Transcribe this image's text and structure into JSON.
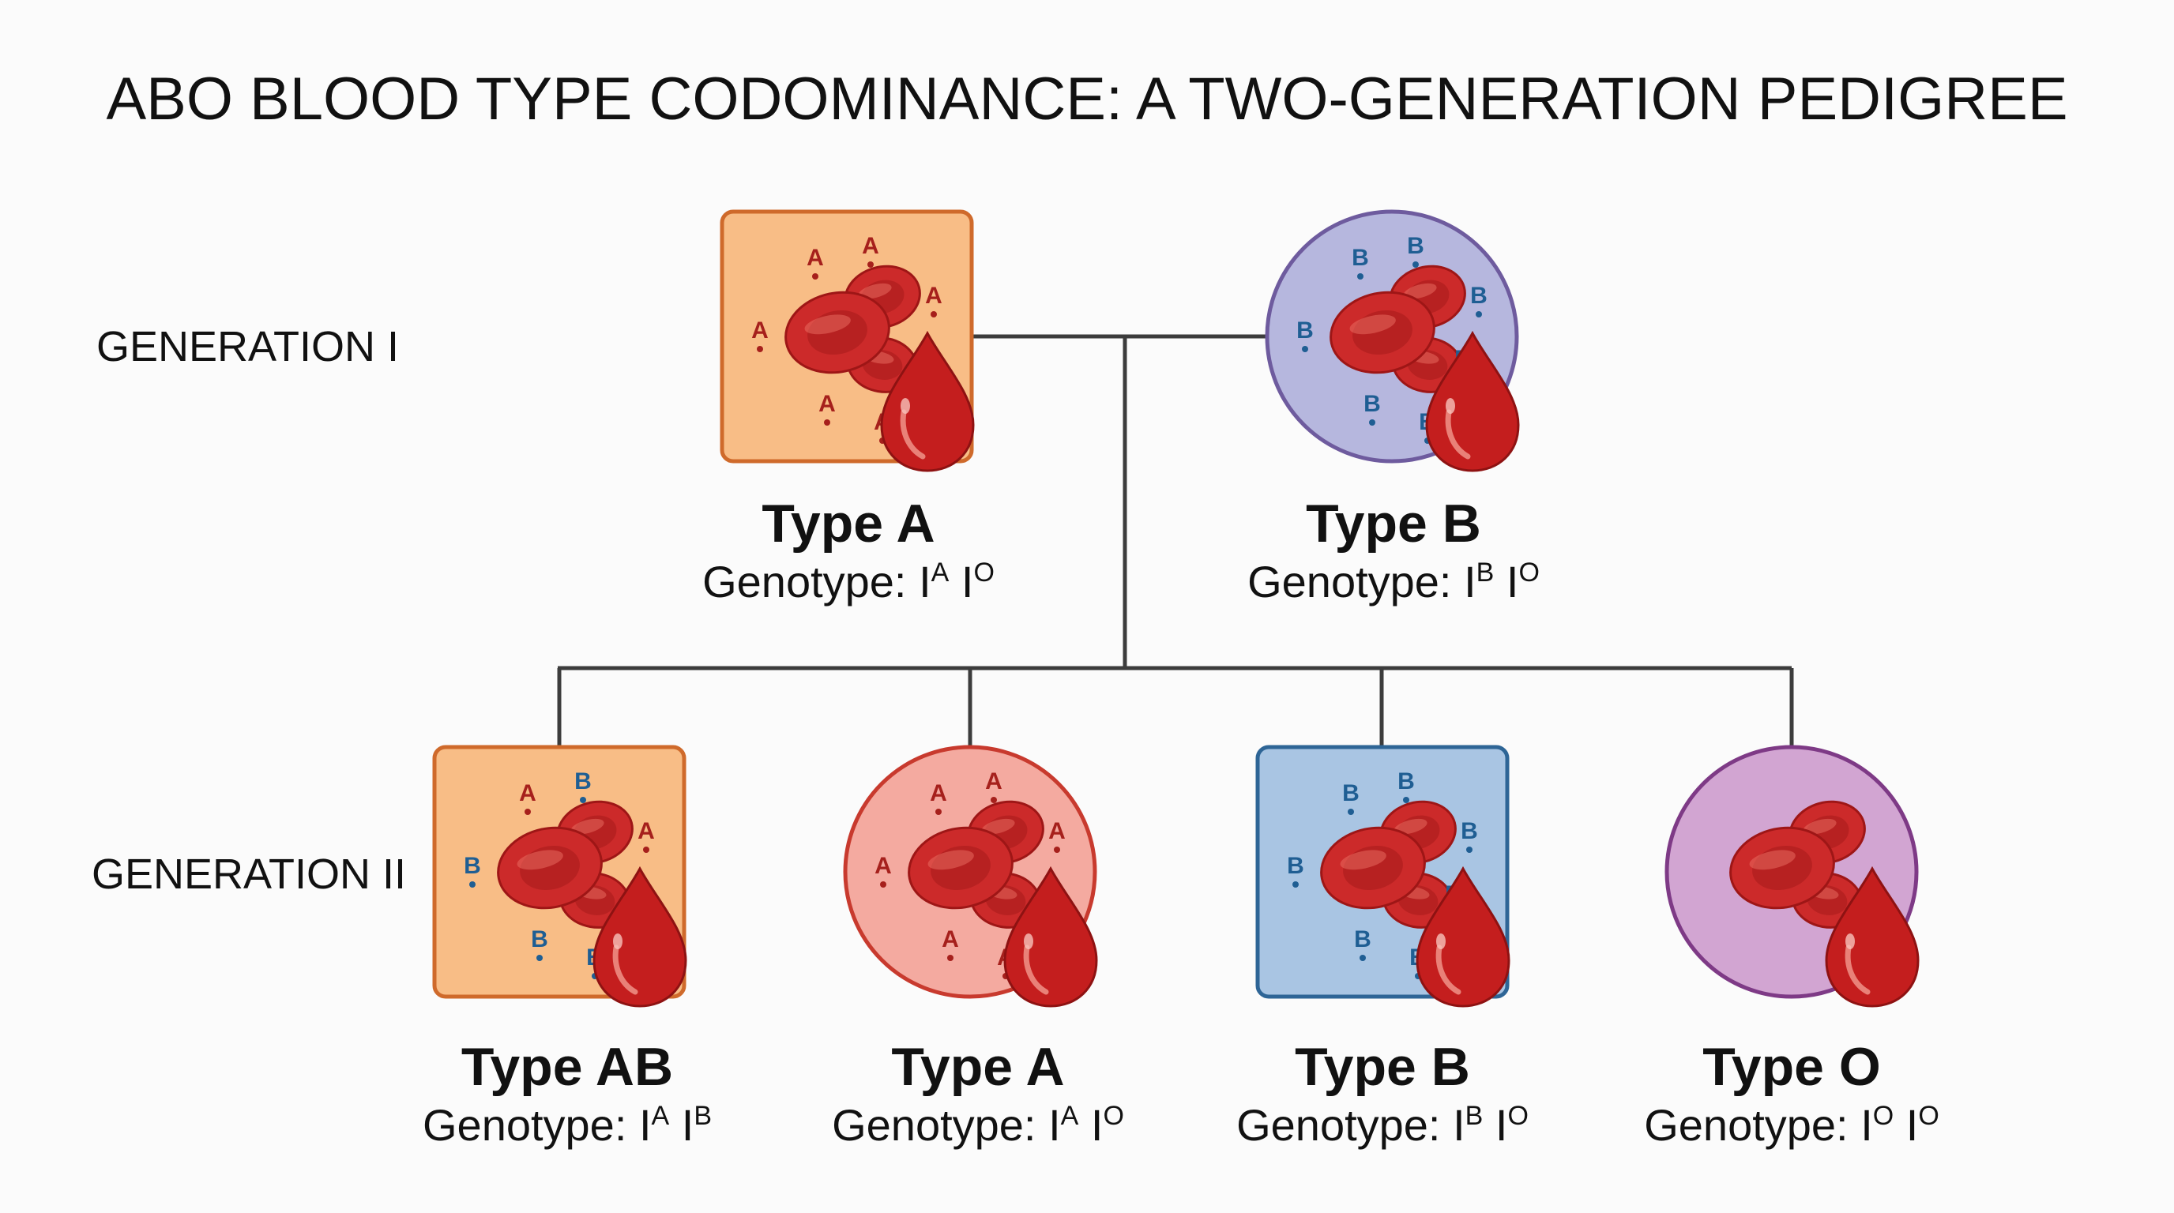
{
  "title": "ABO BLOOD TYPE CODOMINANCE: A TWO-GENERATION PEDIGREE",
  "generations": [
    {
      "label": "GENERATION I"
    },
    {
      "label": "GENERATION II"
    }
  ],
  "colors": {
    "line": "#3c3c3c",
    "cell": "#cc2a2a",
    "cell_dark": "#9e1616",
    "antigen_a": "#a6201c",
    "antigen_b": "#1f5e93",
    "drop": "#c41e1e"
  },
  "individuals": [
    {
      "id": "father",
      "generation": 1,
      "shape": "square",
      "fill": "#f8bd86",
      "stroke": "#cf6a2b",
      "antigens": [
        "A"
      ],
      "type_label": "Type A",
      "genotype": {
        "prefix": "Genotype: ",
        "allele1": {
          "base": "I",
          "sup": "A"
        },
        "allele2": {
          "base": "I",
          "sup": "O"
        }
      }
    },
    {
      "id": "mother",
      "generation": 1,
      "shape": "circle",
      "fill": "#b6b7de",
      "stroke": "#6e5b9e",
      "antigens": [
        "B"
      ],
      "type_label": "Type B",
      "genotype": {
        "prefix": "Genotype: ",
        "allele1": {
          "base": "I",
          "sup": "B"
        },
        "allele2": {
          "base": "I",
          "sup": "O"
        }
      }
    },
    {
      "id": "child-1",
      "generation": 2,
      "shape": "square",
      "fill": "#f8bd86",
      "stroke": "#cf6a2b",
      "antigens": [
        "A",
        "B"
      ],
      "type_label": "Type AB",
      "genotype": {
        "prefix": "Genotype: ",
        "allele1": {
          "base": "I",
          "sup": "A"
        },
        "allele2": {
          "base": "I",
          "sup": "B"
        }
      }
    },
    {
      "id": "child-2",
      "generation": 2,
      "shape": "circle",
      "fill": "#f4aaa0",
      "stroke": "#c83a2e",
      "antigens": [
        "A"
      ],
      "type_label": "Type A",
      "genotype": {
        "prefix": "Genotype: ",
        "allele1": {
          "base": "I",
          "sup": "A"
        },
        "allele2": {
          "base": "I",
          "sup": "O"
        }
      }
    },
    {
      "id": "child-3",
      "generation": 2,
      "shape": "square",
      "fill": "#a9c5e3",
      "stroke": "#2e6596",
      "antigens": [
        "B"
      ],
      "type_label": "Type B",
      "genotype": {
        "prefix": "Genotype: ",
        "allele1": {
          "base": "I",
          "sup": "B"
        },
        "allele2": {
          "base": "I",
          "sup": "O"
        }
      }
    },
    {
      "id": "child-4",
      "generation": 2,
      "shape": "circle",
      "fill": "#d2a5d2",
      "stroke": "#7e3a86",
      "antigens": [],
      "type_label": "Type O",
      "genotype": {
        "prefix": "Genotype: ",
        "allele1": {
          "base": "I",
          "sup": "O"
        },
        "allele2": {
          "base": "I",
          "sup": "O"
        }
      }
    }
  ]
}
